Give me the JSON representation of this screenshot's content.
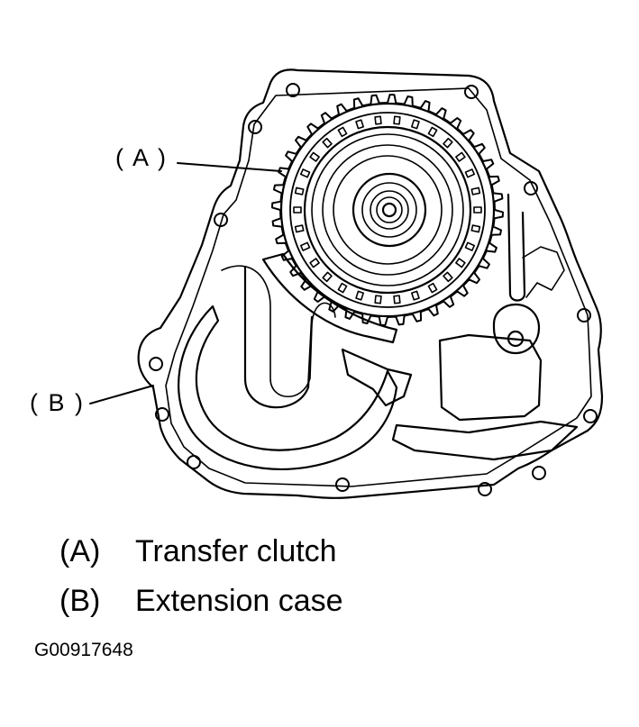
{
  "callouts": {
    "a": "( A )",
    "b": "( B )"
  },
  "legend": [
    {
      "code": "(A)",
      "description": "Transfer clutch"
    },
    {
      "code": "(B)",
      "description": "Extension case"
    }
  ],
  "figure_id": "G00917648",
  "colors": {
    "line": "#000000",
    "background": "#ffffff"
  }
}
